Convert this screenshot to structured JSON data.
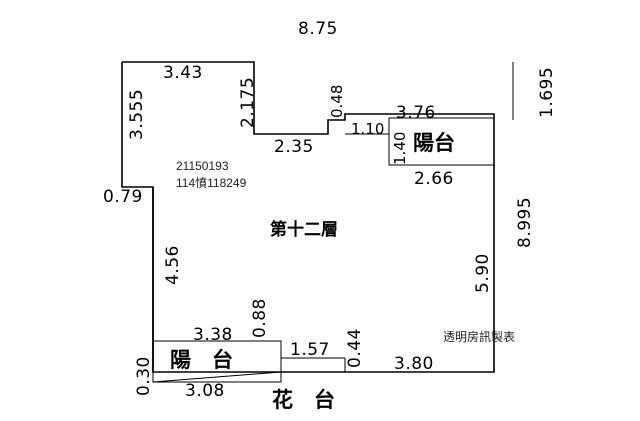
{
  "dimensions": {
    "top_total": "8.75",
    "top_left_width": "3.43",
    "left_upper_height": "3.555",
    "notch_height": "2.175",
    "notch_width": "2.35",
    "step_height": "0.48",
    "step_width": "1.10",
    "balcony_top_width": "3.76",
    "balcony_side": "1.40",
    "balcony_inner_width": "2.66",
    "right_overhang": "1.695",
    "right_total_height": "8.995",
    "right_lower_height": "5.90",
    "left_step": "0.79",
    "left_lower_height": "4.56",
    "bottom_balcony_width": "3.38",
    "bottom_balcony_depth": "0.88",
    "bottom_mid_width": "1.57",
    "bottom_mid_depth": "0.44",
    "bottom_right_width": "3.80",
    "planter_depth": "0.30",
    "planter_width": "3.08"
  },
  "labels": {
    "balcony_upper": "陽台",
    "balcony_lower": "陽　台",
    "floor_name": "第十二層",
    "planter": "花　台"
  },
  "reference": {
    "line1": "21150193",
    "line2": "114憤118249"
  },
  "watermark": "透明房訊製表"
}
